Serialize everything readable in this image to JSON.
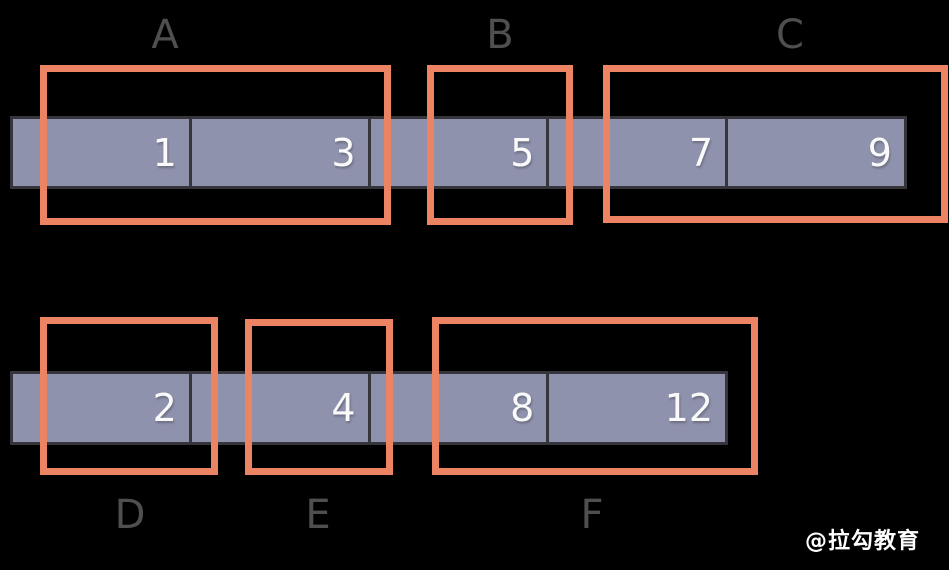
{
  "diagram": {
    "description": "Two segmented array bars with orange grouping boxes",
    "top_row": {
      "bar_values": [
        "1",
        "3",
        "5",
        "7",
        "9"
      ],
      "groups": [
        {
          "label": "A",
          "covers": [
            "1",
            "3"
          ],
          "label_position": "above"
        },
        {
          "label": "B",
          "covers": [
            "5"
          ],
          "label_position": "above"
        },
        {
          "label": "C",
          "covers": [
            "7",
            "9"
          ],
          "label_position": "above"
        }
      ]
    },
    "bottom_row": {
      "bar_values": [
        "2",
        "4",
        "8",
        "12"
      ],
      "groups": [
        {
          "label": "D",
          "covers": [
            "2"
          ],
          "label_position": "below"
        },
        {
          "label": "E",
          "covers": [
            "4"
          ],
          "label_position": "below"
        },
        {
          "label": "F",
          "covers": [
            "8",
            "12"
          ],
          "label_position": "below"
        }
      ]
    }
  },
  "watermark": {
    "text": "@拉勾教育"
  },
  "colors": {
    "background": "#000000",
    "bar_fill": "#8f92ad",
    "bar_divider": "#35353b",
    "group_box_border": "#ec8463",
    "group_label_text": "#4f4f4f",
    "number_text": "#fafafa",
    "watermark_text": "#ffffff"
  }
}
